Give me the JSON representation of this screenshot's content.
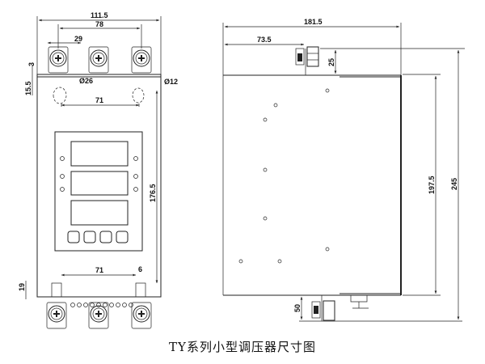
{
  "caption": "TY系列小型调压器尺寸图",
  "front_view": {
    "dims": {
      "width_total": "111.5",
      "terminal_pitch": "78",
      "terminal_width": "29",
      "top_gap": "3",
      "hole_offset": "15.5",
      "hole_large": "Ø26",
      "hole_small": "Ø12",
      "hole_pitch_top": "71",
      "height": "176.5",
      "hole_pitch_bottom": "71",
      "slot_width": "6",
      "bottom_offset": "19"
    }
  },
  "side_view": {
    "dims": {
      "depth_total": "181.5",
      "terminal_offset": "73.5",
      "top_terminal_height": "25",
      "body_height": "197.5",
      "overall_height": "245",
      "bottom_terminal_height": "50"
    }
  }
}
